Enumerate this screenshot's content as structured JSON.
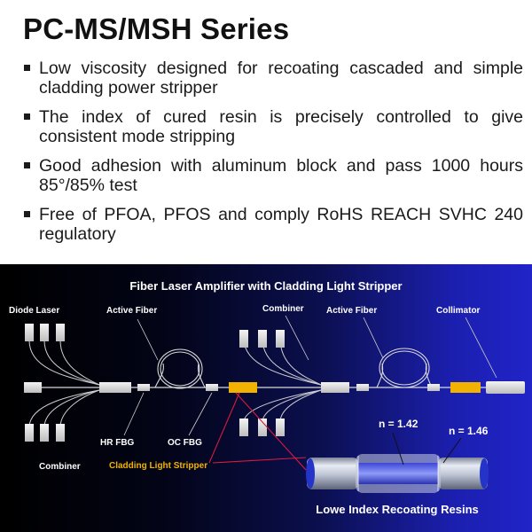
{
  "title": "PC-MS/MSH Series",
  "bullets": [
    "Low viscosity designed for recoating cascaded and simple cladding power stripper",
    "The index of cured resin is precisely controlled to give consistent mode stripping",
    "Good adhesion with aluminum block and pass 1000 hours 85°/85% test",
    "Free of  PFOA, PFOS and comply RoHS REACH SVHC 240 regulatory"
  ],
  "diagram": {
    "heading": "Fiber Laser Amplifier with Cladding Light Stripper",
    "labels": {
      "diode_laser": "Diode Laser",
      "active_fiber_1": "Active Fiber",
      "combiner_top": "Combiner",
      "active_fiber_2": "Active Fiber",
      "collimator": "Collimator",
      "hr_fbg": "HR FBG",
      "oc_fbg": "OC FBG",
      "combiner_bottom": "Combiner",
      "cladding_light_stripper": "Cladding Light Stripper",
      "n1": "n = 1.42",
      "n2": "n = 1.46",
      "resin_caption": "Lowe Index Recoating Resins"
    },
    "colors": {
      "stripper": "#f2b300",
      "stripper_label": "#f2b300",
      "pointer_line": "#d81b3c"
    }
  }
}
